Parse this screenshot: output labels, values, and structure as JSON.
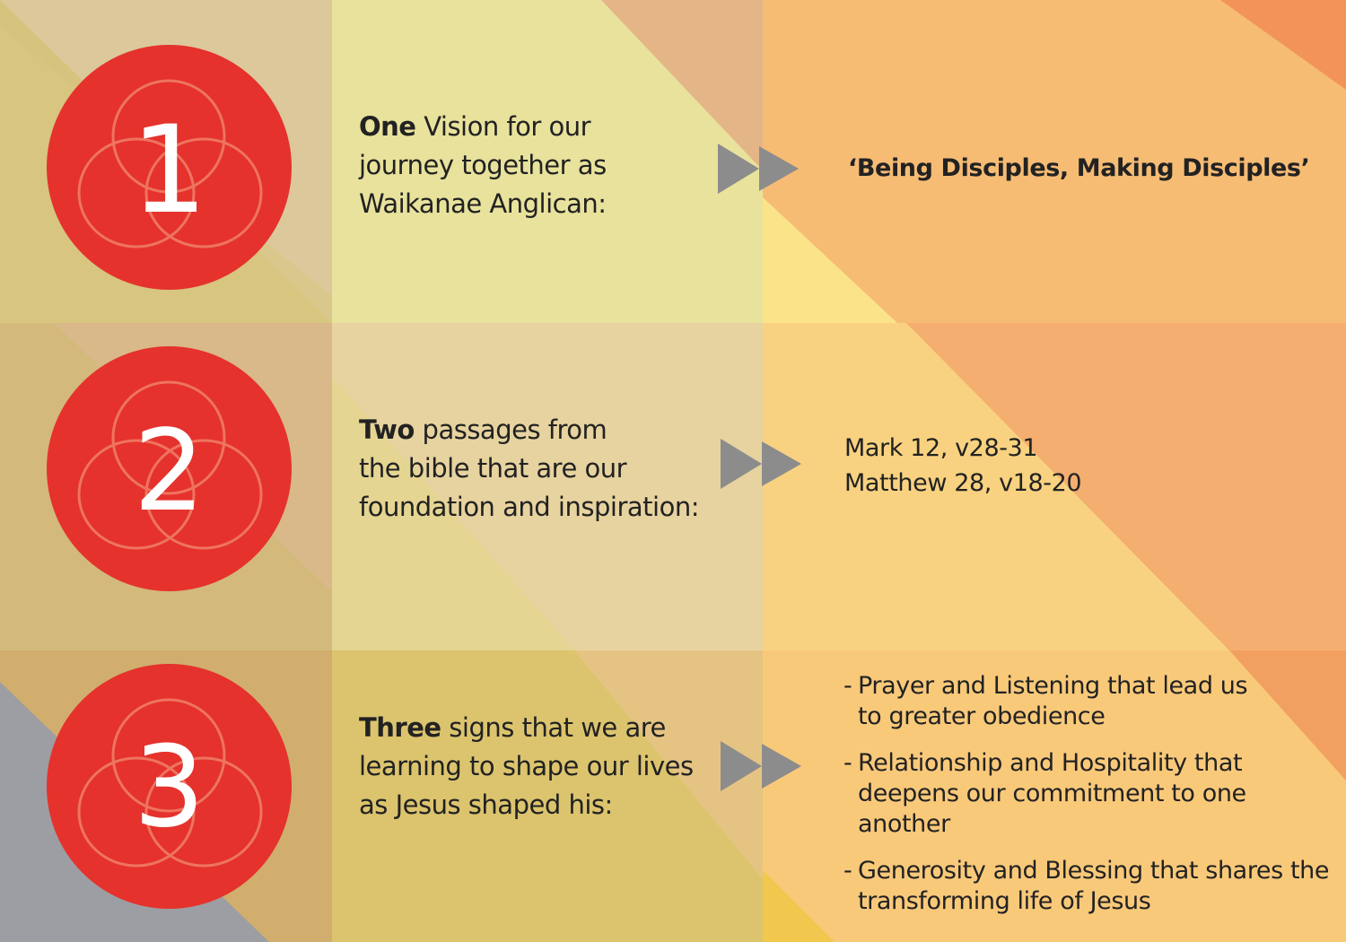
{
  "colors": {
    "badge": "#e5322d",
    "arrow": "#8c8c8c",
    "text": "#222222"
  },
  "rows": [
    {
      "number": "1",
      "lead": "One",
      "rest": " Vision for our journey together as Waikanae Anglican:",
      "lines": [
        "Vision for our",
        "journey together as",
        "Waikanae Anglican:"
      ]
    },
    {
      "number": "2",
      "lead": "Two",
      "lines": [
        "passages from",
        "the bible that are our",
        "foundation and inspiration:"
      ]
    },
    {
      "number": "3",
      "lead": "Three",
      "lines": [
        "signs that we are",
        "learning to shape our lives",
        "as Jesus shaped his:"
      ]
    }
  ],
  "vision": "‘Being Disciples, Making Disciples’",
  "passages": [
    "Mark 12, v28-31",
    "Matthew 28, v18-20"
  ],
  "signs": [
    {
      "dash": "-",
      "line1": "Prayer and Listening that lead us",
      "line2": "to greater obedience"
    },
    {
      "dash": "-",
      "line1": "Relationship and Hospitality that",
      "line2": "deepens our commitment to one another"
    },
    {
      "dash": "-",
      "line1": "Generosity and Blessing that shares the",
      "line2": "transforming life of Jesus"
    }
  ]
}
